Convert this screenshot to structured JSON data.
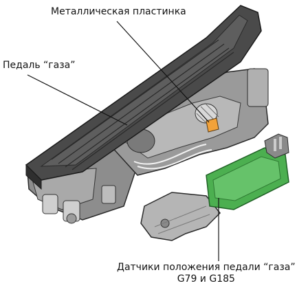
{
  "labels": {
    "plate": "Металлическая пластинка",
    "pedal": "Педаль “газа”",
    "sensors_line1": "Датчики положения педали “газа”",
    "sensors_line2": "G79 и G185"
  },
  "colors": {
    "background": "#ffffff",
    "pedal_dark": "#3a3a3a",
    "housing_grey": "#9a9a9a",
    "sensor_green": "#4caf50",
    "plate_orange": "#f2a23a",
    "leader_line": "#111111"
  }
}
